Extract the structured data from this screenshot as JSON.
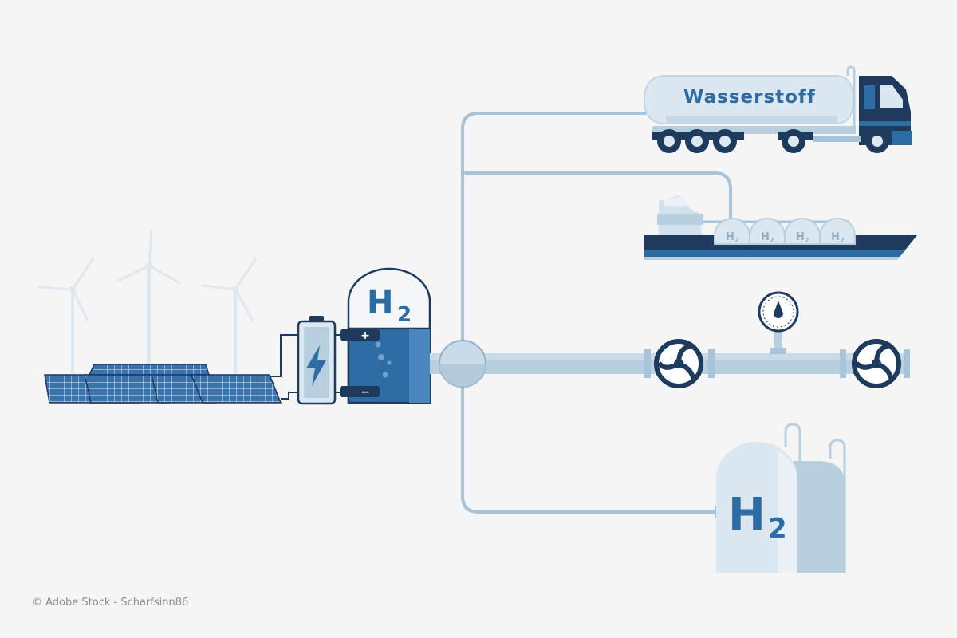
{
  "diagram": {
    "truck_label": "Wasserstoff",
    "electrolyzer_label": {
      "main": "H",
      "sub": "2"
    },
    "battery": {
      "plus": "+",
      "minus": "−"
    },
    "ship_tanks": [
      {
        "main": "H",
        "sub": "2"
      },
      {
        "main": "H",
        "sub": "2"
      },
      {
        "main": "H",
        "sub": "2"
      },
      {
        "main": "H",
        "sub": "2"
      }
    ],
    "storage_label": {
      "main": "H",
      "sub": "2"
    }
  },
  "credit": "© Adobe Stock - Scharfsinn86",
  "colors": {
    "background": "#f5f5f5",
    "dark_navy": "#1e3a5c",
    "mid_blue": "#2e6da4",
    "light_blue": "#b8cfe0",
    "pale_blue": "#dce8f1",
    "pipe": "#a9c3d9"
  },
  "icons": [
    "wind-turbine-icon",
    "solar-panel-icon",
    "battery-icon",
    "lightning-icon",
    "electrolyzer-icon",
    "truck-icon",
    "ship-icon",
    "valve-icon",
    "pressure-gauge-icon",
    "storage-tank-icon"
  ]
}
